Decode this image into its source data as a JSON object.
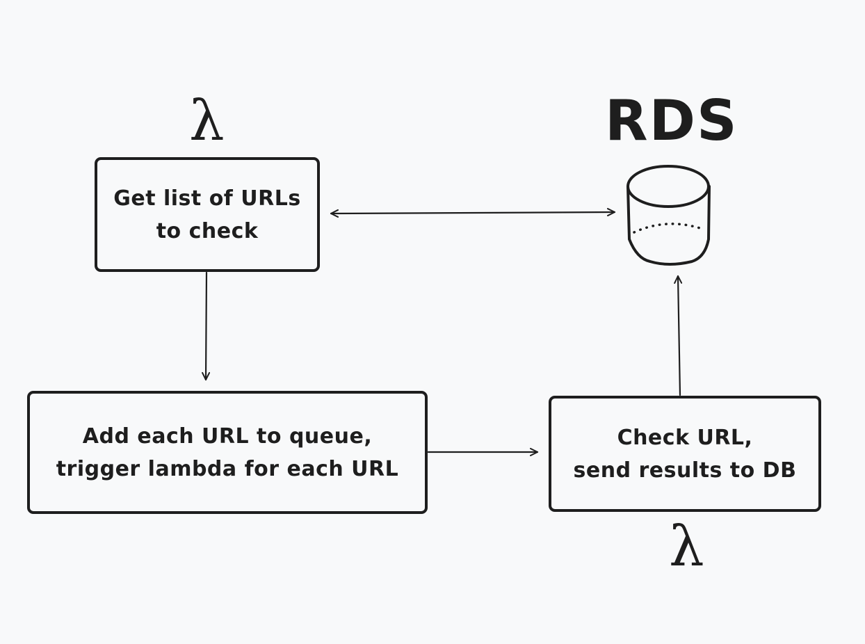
{
  "nodes": {
    "get_urls": {
      "lines": [
        "Get list of URLs",
        "to check"
      ]
    },
    "queue": {
      "lines": [
        "Add each URL to queue,",
        "trigger lambda for each URL"
      ]
    },
    "check_url": {
      "lines": [
        "Check URL,",
        "send results to DB"
      ]
    },
    "database": {
      "label": "RDS",
      "icon": "database-cylinder-icon"
    }
  },
  "annotations": {
    "lambda_top": "λ",
    "lambda_bottom": "λ"
  },
  "colors": {
    "background": "#f8f9fa",
    "stroke": "#1e1e1e"
  }
}
